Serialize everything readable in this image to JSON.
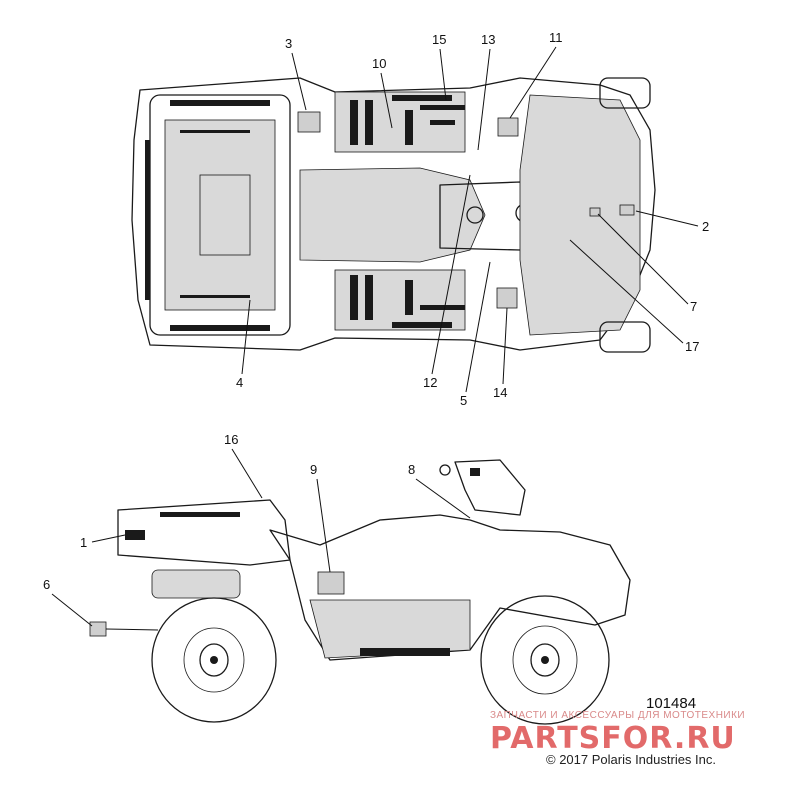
{
  "diagram": {
    "figure_number": "101484",
    "copyright": "© 2017 Polaris Industries Inc.",
    "watermark": {
      "tagline": "ЗАПЧАСТИ И АКСЕССУАРЫ ДЛЯ МОТОТЕХНИКИ",
      "logo": "PARTSFOR.RU"
    },
    "callouts_top_view": [
      {
        "id": "c3",
        "label": "3"
      },
      {
        "id": "c10",
        "label": "10"
      },
      {
        "id": "c15",
        "label": "15"
      },
      {
        "id": "c13",
        "label": "13"
      },
      {
        "id": "c11",
        "label": "11"
      },
      {
        "id": "c2",
        "label": "2"
      },
      {
        "id": "c7",
        "label": "7"
      },
      {
        "id": "c17",
        "label": "17"
      },
      {
        "id": "c14",
        "label": "14"
      },
      {
        "id": "c5",
        "label": "5"
      },
      {
        "id": "c12",
        "label": "12"
      },
      {
        "id": "c4",
        "label": "4"
      }
    ],
    "callouts_side_view": [
      {
        "id": "c16",
        "label": "16"
      },
      {
        "id": "c9",
        "label": "9"
      },
      {
        "id": "c8",
        "label": "8"
      },
      {
        "id": "c1",
        "label": "1"
      },
      {
        "id": "c6",
        "label": "6"
      }
    ],
    "colors": {
      "ink": "#1a1a1a",
      "decal_fill": "#cfcfcf",
      "watermark": "#e26a6a"
    }
  }
}
